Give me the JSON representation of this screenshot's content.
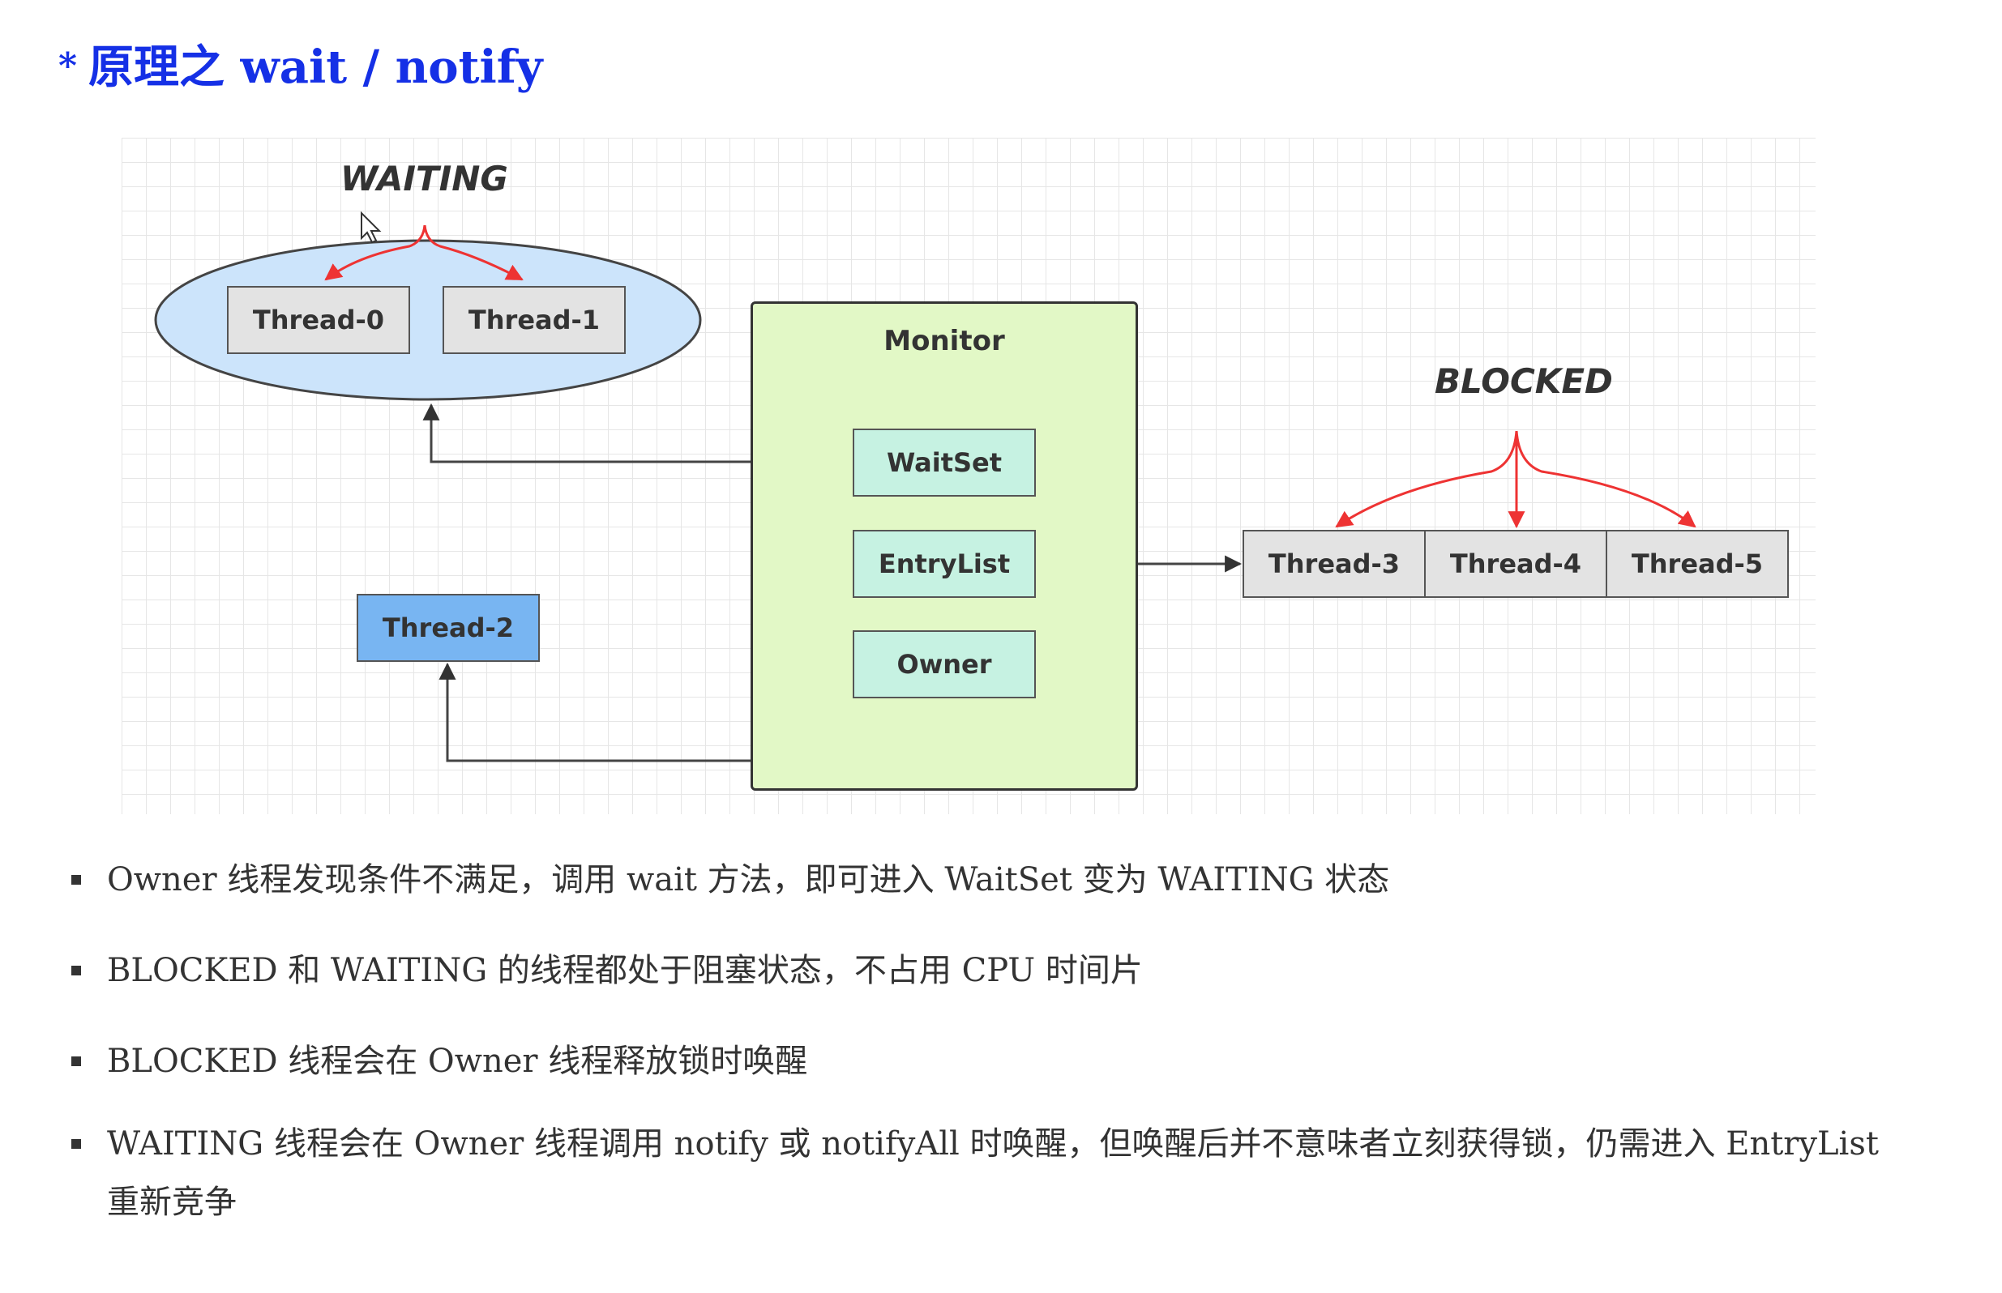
{
  "title": {
    "star": "*",
    "text": "原理之 wait / notify"
  },
  "diagram": {
    "waiting_label": "WAITING",
    "blocked_label": "BLOCKED",
    "monitor": {
      "title": "Monitor",
      "wait_set": "WaitSet",
      "entry_list": "EntryList",
      "owner": "Owner"
    },
    "waiting_threads": [
      "Thread-0",
      "Thread-1"
    ],
    "owner_thread": "Thread-2",
    "blocked_threads": [
      "Thread-3",
      "Thread-4",
      "Thread-5"
    ],
    "colors": {
      "ellipse_fill": "#cce4fb",
      "monitor_fill": "#e2f8c6",
      "slot_fill": "#c6f2e2",
      "owner_thread_fill": "#78b5f2",
      "thread_fill": "#e3e3e3",
      "red_arrow": "#ee3333",
      "connector": "#444444"
    }
  },
  "bullets": [
    "Owner 线程发现条件不满足，调用 wait 方法，即可进入 WaitSet 变为 WAITING 状态",
    "BLOCKED 和 WAITING 的线程都处于阻塞状态，不占用 CPU 时间片",
    "BLOCKED 线程会在 Owner 线程释放锁时唤醒",
    "WAITING 线程会在 Owner 线程调用 notify 或 notifyAll 时唤醒，但唤醒后并不意味者立刻获得锁，仍需进入 EntryList 重新竞争"
  ]
}
